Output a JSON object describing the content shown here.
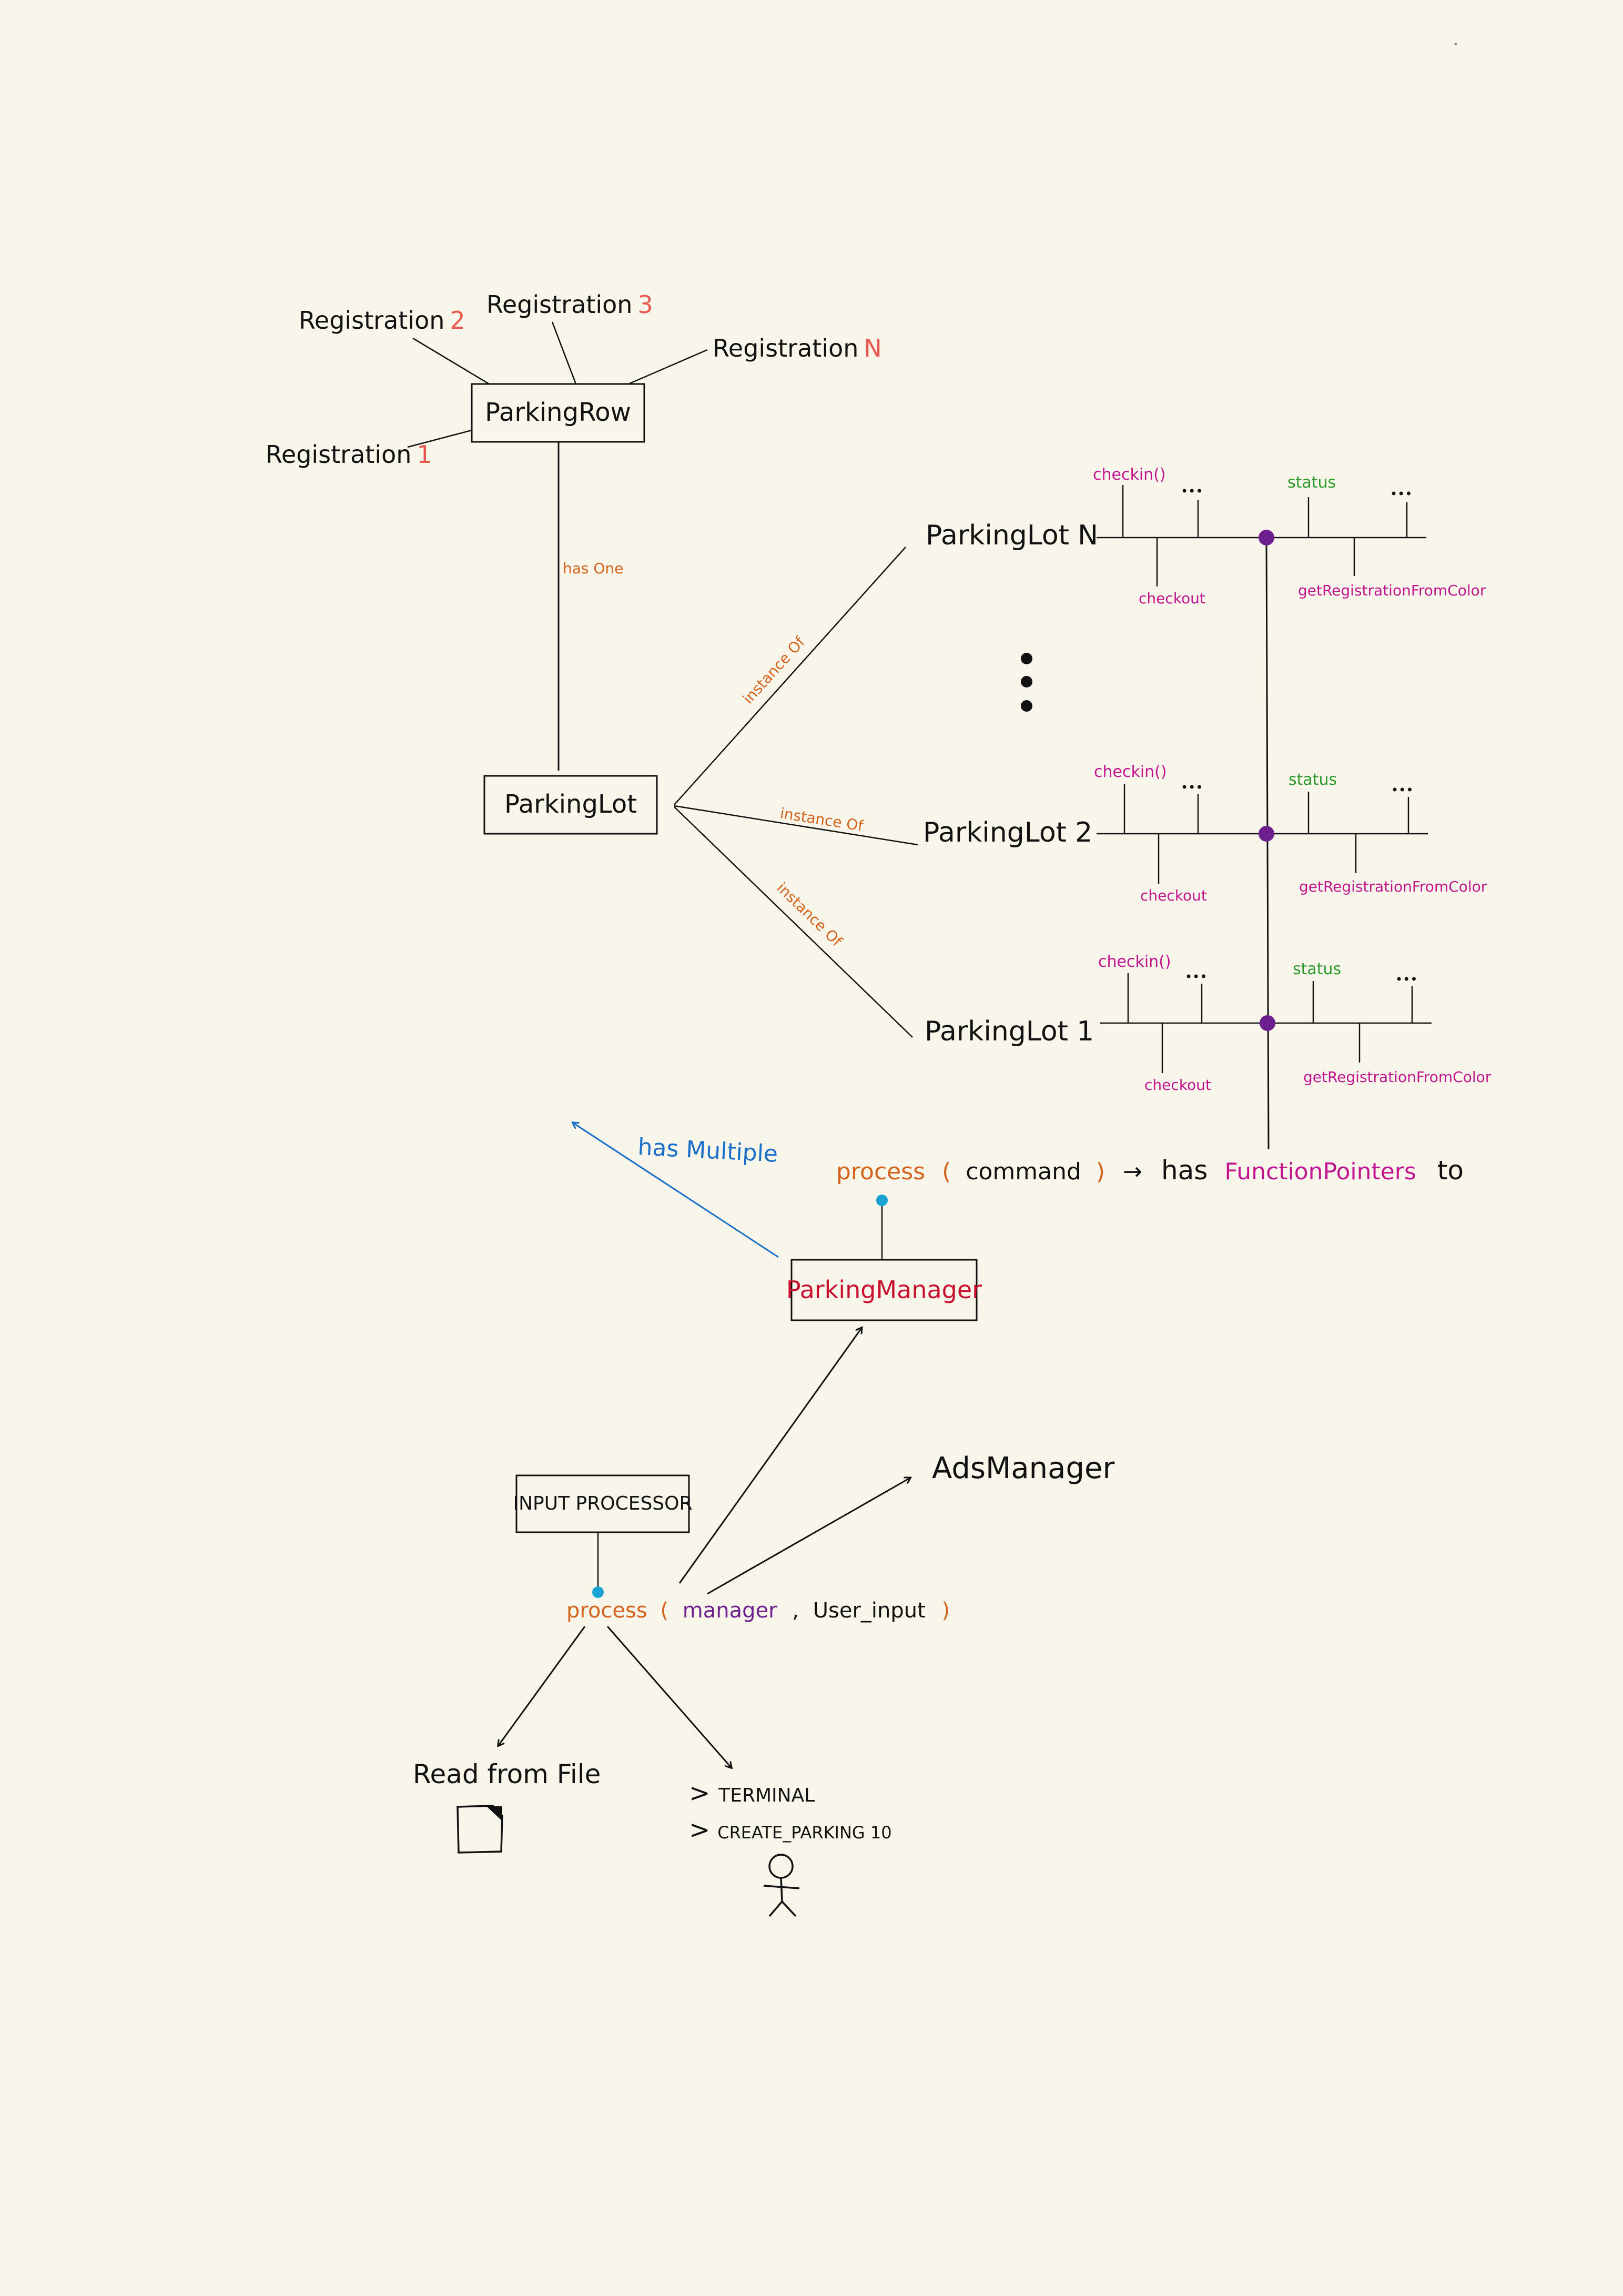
{
  "colors": {
    "ink": "#111111",
    "red": "#e8584e",
    "orange": "#d5621a",
    "magenta": "#c2148f",
    "green": "#2a9a2a",
    "blue": "#1a6fc9",
    "purple": "#6e1f8e",
    "cyan": "#1aa3d4",
    "manager_red": "#c8102e"
  },
  "parking_row": {
    "box_label": "ParkingRow",
    "registrations": [
      {
        "word": "Registration",
        "num": "2"
      },
      {
        "word": "Registration",
        "num": "3"
      },
      {
        "word": "Registration",
        "num": "N"
      },
      {
        "word": "Registration",
        "num": "1"
      }
    ],
    "has_one": "has One"
  },
  "parking_lot": {
    "box_label": "ParkingLot",
    "instance_of": "instance Of",
    "vertical_dots": "⋮"
  },
  "lots": [
    {
      "name": "ParkingLot",
      "num": "N"
    },
    {
      "name": "ParkingLot",
      "num": "2"
    },
    {
      "name": "ParkingLot",
      "num": "1"
    }
  ],
  "lot_functions": {
    "checkin": "checkin()",
    "checkout": "checkout",
    "status": "status",
    "get_reg": "getRegistrationFromColor",
    "ellipsis": "•••"
  },
  "manager": {
    "box_label": "ParkingManager",
    "has_multiple": "has Multiple",
    "process": "process",
    "paren_open": "(",
    "command": "command",
    "paren_close": ")",
    "arrow": "→",
    "has": "has",
    "function_pointers": "FunctionPointers",
    "to": "to"
  },
  "ads_manager": {
    "label": "AdsManager"
  },
  "input_processor": {
    "box_label": "INPUT PROCESSOR",
    "process": "process",
    "paren_open": "(",
    "manager": "manager",
    "comma": ",",
    "user_input": "User_input",
    "paren_close": ")"
  },
  "read_from_file": {
    "label": "Read from File"
  },
  "terminal": {
    "prompt": ">",
    "line1": "TERMINAL",
    "line2": "CREATE_PARKING 10"
  }
}
